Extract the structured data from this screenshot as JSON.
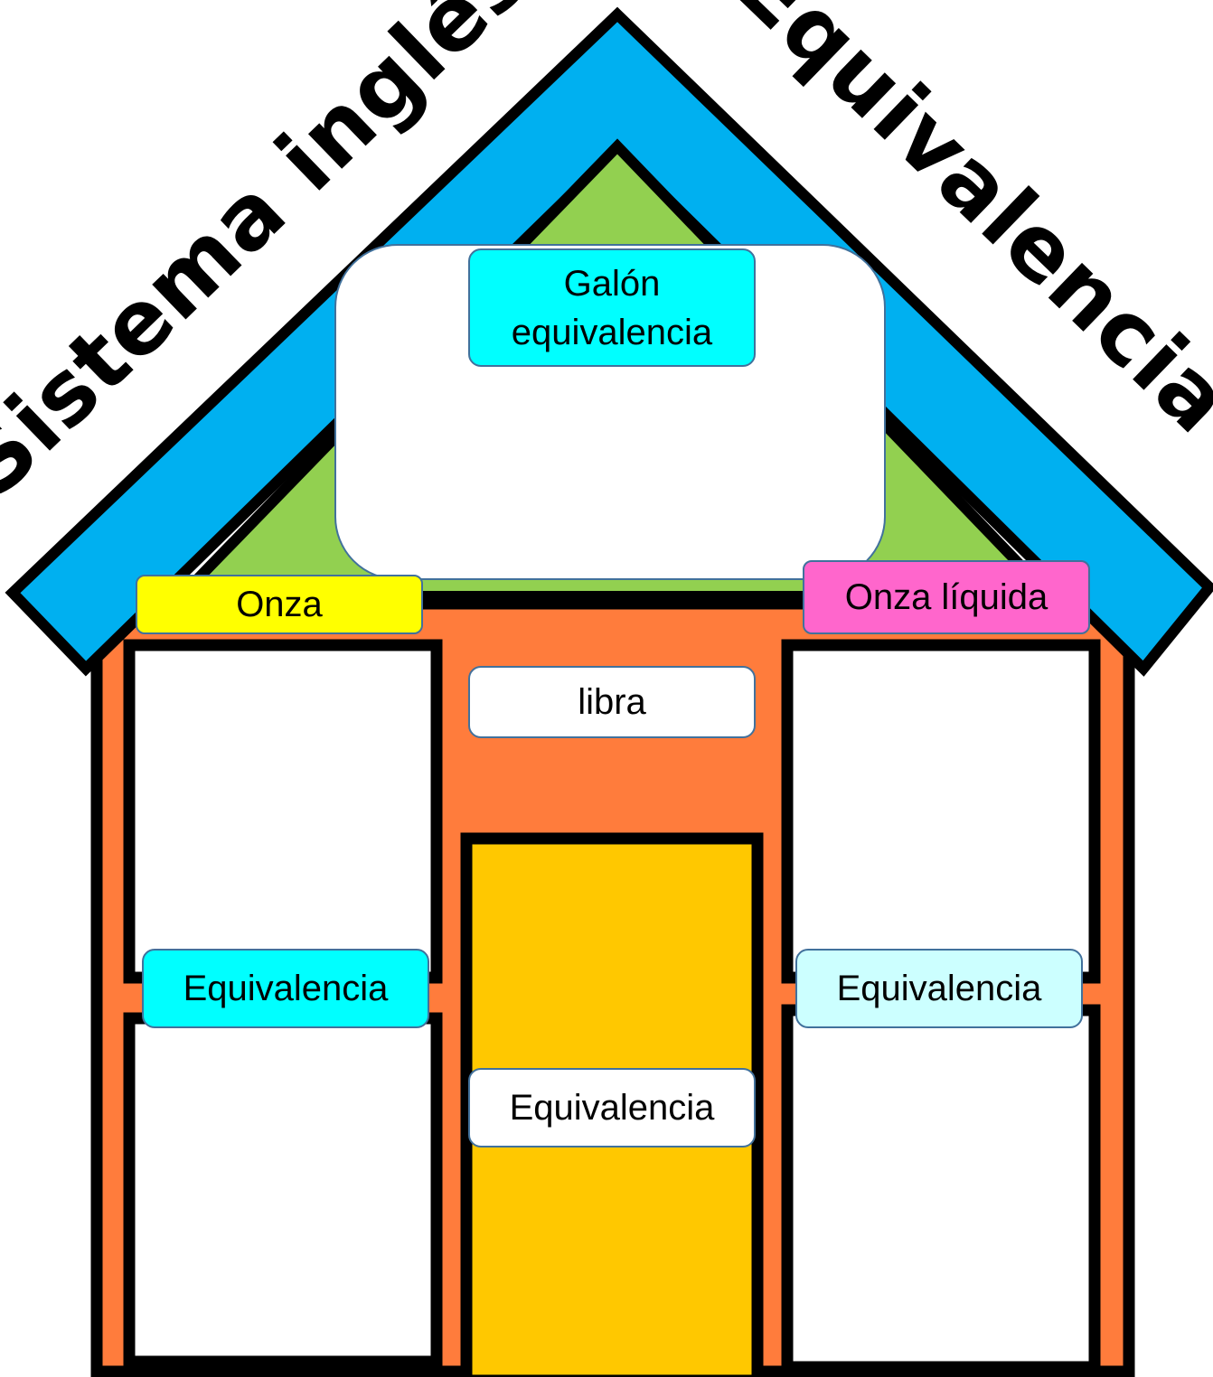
{
  "roof": {
    "left_title": "Sistema inglés",
    "right_title": "Equivalencia"
  },
  "labels": {
    "galon": "Galón equivalencia",
    "onza": "Onza",
    "onza_liquida": "Onza líquida",
    "libra": "libra",
    "equivalencia_left": "Equivalencia",
    "equivalencia_right": "Equivalencia",
    "equivalencia_center": "Equivalencia"
  },
  "colors": {
    "roof_outer": "#00b0f0",
    "roof_inner": "#92d050",
    "wall": "#ff7c3c",
    "door": "#ffc800",
    "galon_box": "#00ffff",
    "onza_box": "#ffff00",
    "onza_liquida_box": "#ff66cc",
    "equivalencia_left_box": "#00ffff",
    "equivalencia_right_box": "#ccffff",
    "libra_box": "#ffffff",
    "equivalencia_center_box": "#ffffff"
  }
}
